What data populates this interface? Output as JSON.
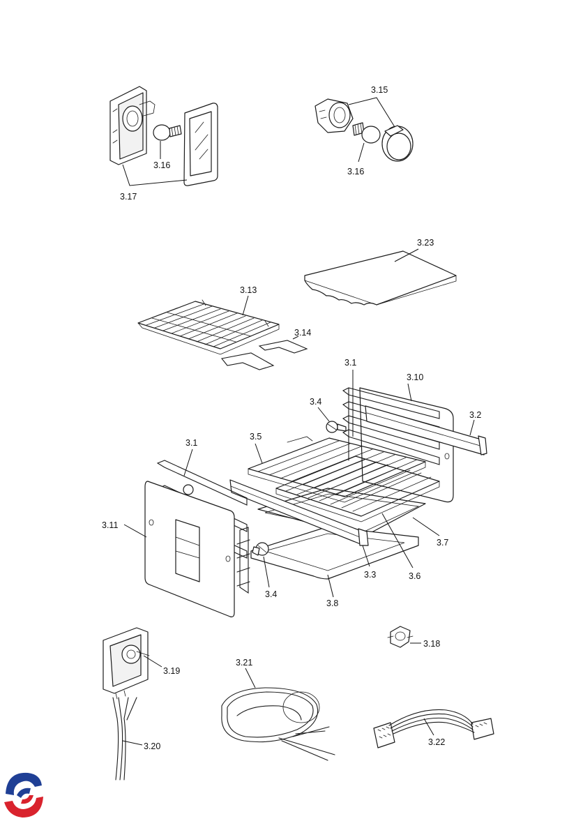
{
  "labels": {
    "l_3_15": "3.15",
    "l_3_16a": "3.16",
    "l_3_16b": "3.16",
    "l_3_17": "3.17",
    "l_3_23": "3.23",
    "l_3_13": "3.13",
    "l_3_14": "3.14",
    "l_3_1a": "3.1",
    "l_3_10": "3.10",
    "l_3_4a": "3.4",
    "l_3_2": "3.2",
    "l_3_5": "3.5",
    "l_3_1b": "3.1",
    "l_3_11": "3.11",
    "l_3_7": "3.7",
    "l_3_3": "3.3",
    "l_3_6": "3.6",
    "l_3_4b": "3.4",
    "l_3_8": "3.8",
    "l_3_18": "3.18",
    "l_3_19": "3.19",
    "l_3_21": "3.21",
    "l_3_20": "3.20",
    "l_3_22": "3.22"
  },
  "logo": {
    "colors": {
      "blue": "#1f3f95",
      "red": "#d9232d"
    }
  }
}
